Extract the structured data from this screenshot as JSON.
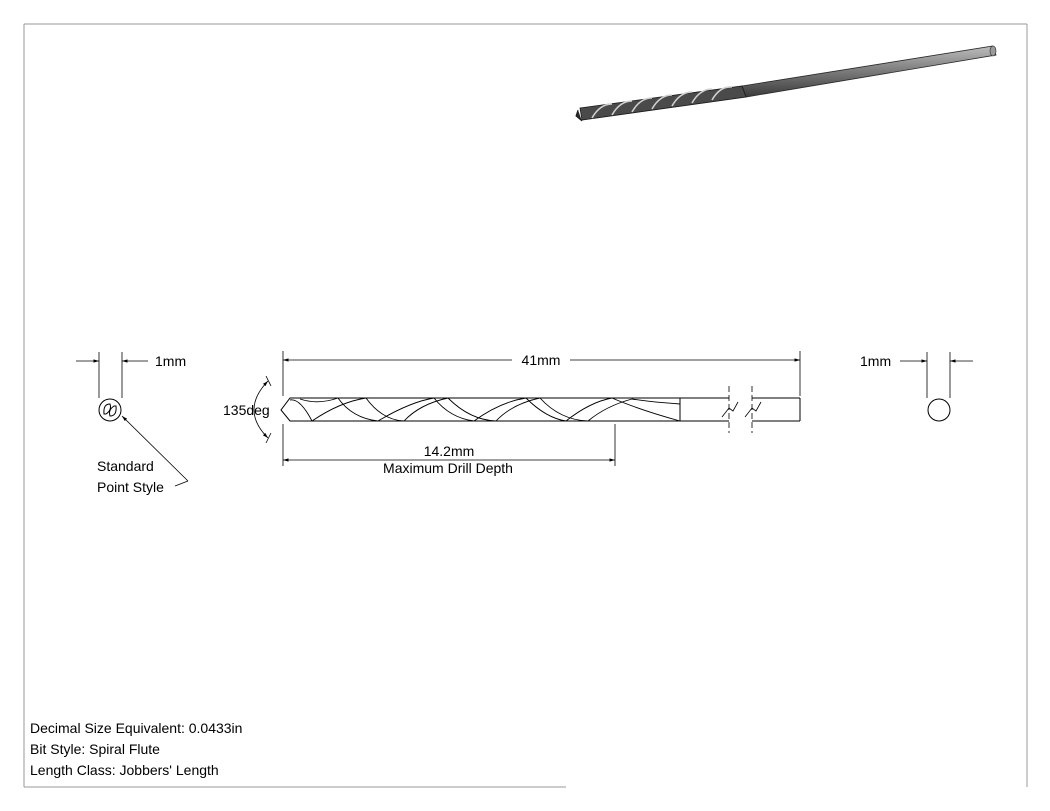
{
  "drawing": {
    "end_view_left": {
      "diameter_label": "1mm",
      "callout_line1": "Standard",
      "callout_line2": "Point Style"
    },
    "side_view": {
      "overall_length_label": "41mm",
      "point_angle_label": "135deg",
      "drill_depth_label": "14.2mm",
      "drill_depth_caption": "Maximum Drill Depth"
    },
    "end_view_right": {
      "diameter_label": "1mm"
    }
  },
  "notes": {
    "decimal_size": "Decimal Size Equivalent: 0.0433in",
    "bit_style": "Bit Style: Spiral Flute",
    "length_class": "Length Class: Jobbers' Length"
  },
  "colors": {
    "line": "#000000",
    "border": "#9a9a9a",
    "render_dark": "#3a3a3a",
    "render_mid": "#8c8c8c"
  }
}
